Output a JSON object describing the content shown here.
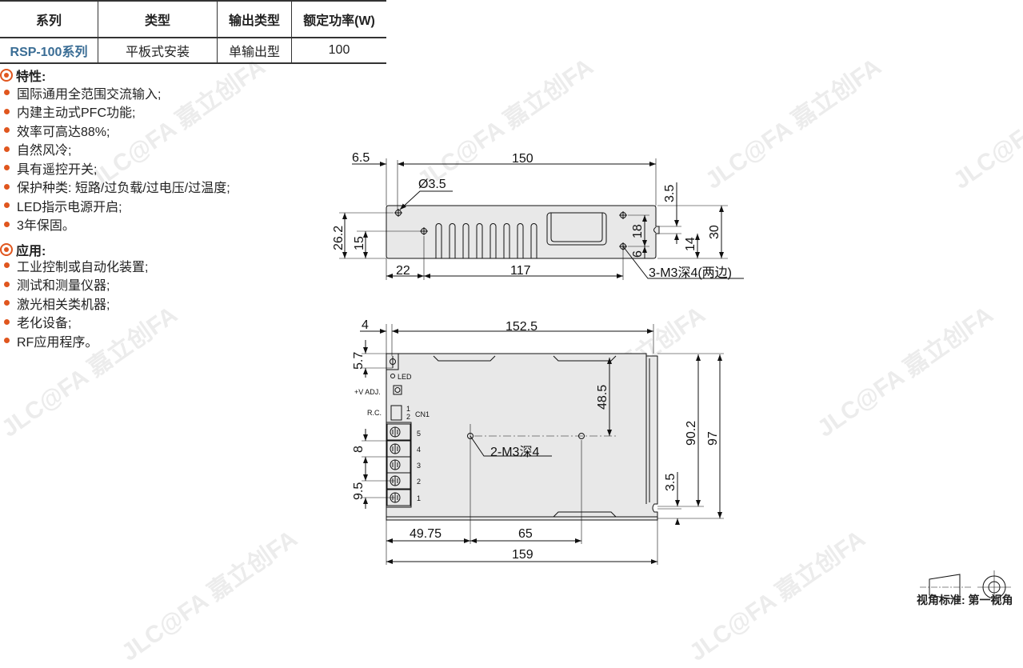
{
  "table": {
    "headers": [
      "系列",
      "类型",
      "输出类型",
      "额定功率(W)"
    ],
    "row": [
      "RSP-100系列",
      "平板式安装",
      "单输出型",
      "100"
    ]
  },
  "features": {
    "title": "特性:",
    "items": [
      "国际通用全范围交流输入;",
      "内建主动式PFC功能;",
      "效率可高达88%;",
      "自然风冷;",
      "具有遥控开关;",
      "保护种类: 短路/过负载/过电压/过温度;",
      "LED指示电源开启;",
      "3年保固。"
    ]
  },
  "applications": {
    "title": "应用:",
    "items": [
      "工业控制或自动化装置;",
      "测试和测量仪器;",
      "激光相关类机器;",
      "老化设备;",
      "RF应用程序。"
    ]
  },
  "side_view": {
    "dims": {
      "d6_5": "6.5",
      "d150": "150",
      "dia": "Ø3.5",
      "d26_2": "26.2",
      "d15": "15",
      "d22": "22",
      "d117": "117",
      "d18": "18",
      "d6": "6",
      "d3_5": "3.5",
      "d14": "14",
      "d30": "30"
    },
    "callout": "3-M3深4(两边)"
  },
  "top_view": {
    "dims": {
      "d4": "4",
      "d152_5": "152.5",
      "d5_7": "5.7",
      "d8": "8",
      "d9_5": "9.5",
      "d48_5": "48.5",
      "d90_2": "90.2",
      "d97": "97",
      "d3_5": "3.5",
      "d49_75": "49.75",
      "d65": "65",
      "d159": "159"
    },
    "callout": "2-M3深4",
    "labels": {
      "led": "LED",
      "vadj": "+V ADJ.",
      "rc": "R.C.",
      "cn1": "CN1",
      "pin1": "1",
      "pin2": "2"
    },
    "terminals": [
      "5",
      "4",
      "3",
      "2",
      "1"
    ]
  },
  "watermark": "JLC@FA 嘉立创FA",
  "view_standard": "视角标准: 第一视角",
  "colors": {
    "accent": "#e0561e",
    "series": "#3a6d95"
  }
}
